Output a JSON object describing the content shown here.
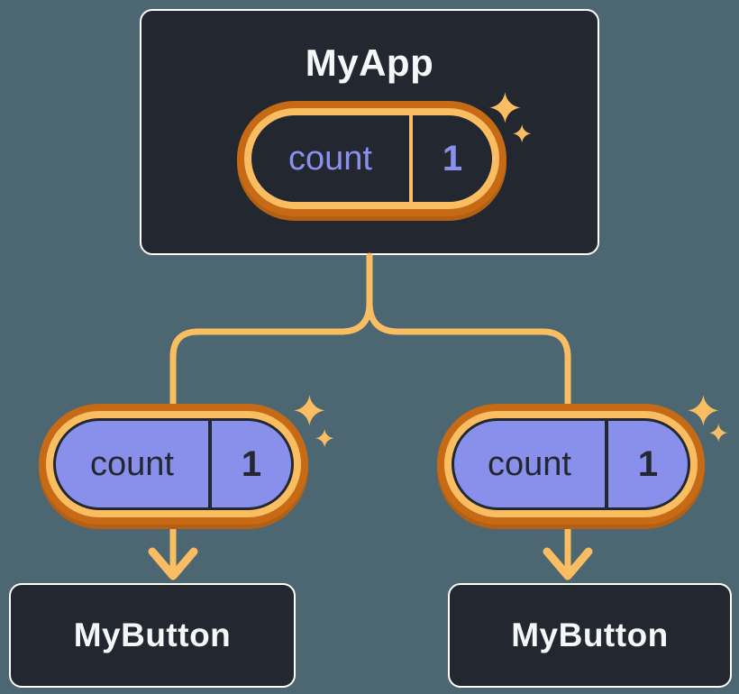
{
  "colors": {
    "background": "#4C6772",
    "node_fill": "#23272F",
    "node_border": "#FFFFFF",
    "node_title_text": "#F6F7F9",
    "line_orange": "#FABD62",
    "ring_outer_orange": "#C76A15",
    "state_pill_fill": "#8890EB",
    "state_text_light": "#8A91EC",
    "state_text_dark": "#23272F"
  },
  "root": {
    "title": "MyApp",
    "state": {
      "name": "count",
      "value": "1"
    }
  },
  "children": [
    {
      "title": "MyButton",
      "prop": {
        "name": "count",
        "value": "1"
      }
    },
    {
      "title": "MyButton",
      "prop": {
        "name": "count",
        "value": "1"
      }
    }
  ]
}
